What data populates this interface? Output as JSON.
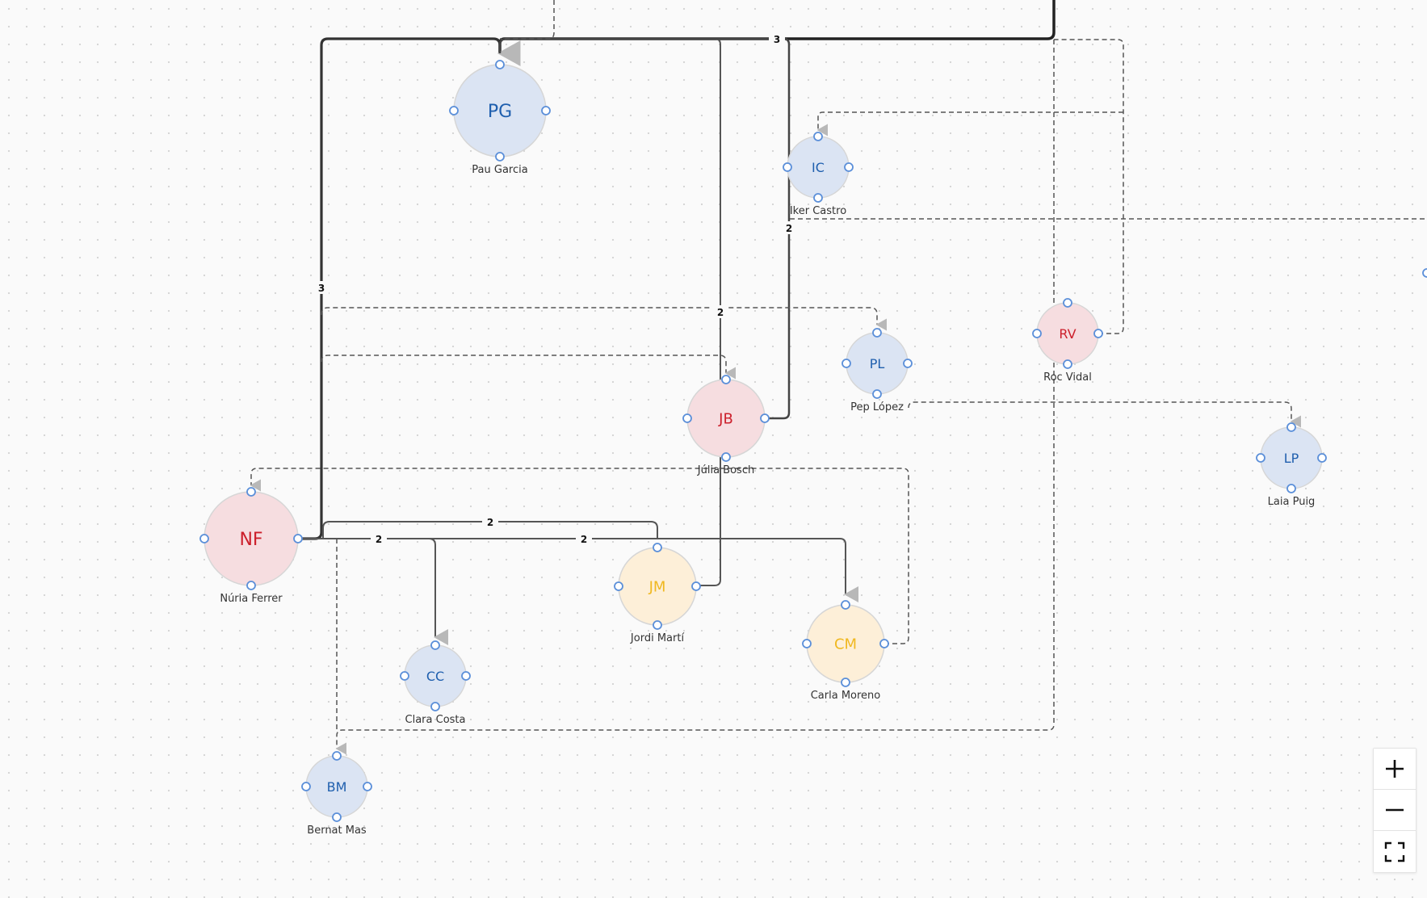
{
  "nodes": [
    {
      "id": "PG",
      "initials": "PG",
      "name": "Pau Garcia",
      "kind": "blue"
    },
    {
      "id": "IC",
      "initials": "IC",
      "name": "Iker Castro",
      "kind": "blue"
    },
    {
      "id": "RV",
      "initials": "RV",
      "name": "Roc Vidal",
      "kind": "red"
    },
    {
      "id": "PL",
      "initials": "PL",
      "name": "Pep López",
      "kind": "blue"
    },
    {
      "id": "JB",
      "initials": "JB",
      "name": "Júlia Bosch",
      "kind": "red"
    },
    {
      "id": "LP",
      "initials": "LP",
      "name": "Laia Puig",
      "kind": "blue"
    },
    {
      "id": "NF",
      "initials": "NF",
      "name": "Núria Ferrer",
      "kind": "red"
    },
    {
      "id": "JM",
      "initials": "JM",
      "name": "Jordi Martí",
      "kind": "yellow"
    },
    {
      "id": "CM",
      "initials": "CM",
      "name": "Carla Moreno",
      "kind": "yellow"
    },
    {
      "id": "CC",
      "initials": "CC",
      "name": "Clara Costa",
      "kind": "blue"
    },
    {
      "id": "BM",
      "initials": "BM",
      "name": "Bernat Mas",
      "kind": "blue"
    }
  ],
  "edge_labels": {
    "a": "3",
    "b": "3",
    "c": "2",
    "d": "2",
    "e": "2",
    "f": "2",
    "g": "2"
  },
  "colors": {
    "blue": {
      "fill": "#dbe4f3",
      "text": "#1f5fae"
    },
    "red": {
      "fill": "#f6dde0",
      "text": "#cc1f2b"
    },
    "yellow": {
      "fill": "#fdefd8",
      "text": "#f0b820"
    },
    "handle": "#5b8fd9",
    "edge_solid": "#444444",
    "edge_dashed": "#555555"
  },
  "controls": {
    "zoom_in_icon": "plus-icon",
    "zoom_out_icon": "minus-icon",
    "fit_icon": "fullscreen-icon"
  }
}
